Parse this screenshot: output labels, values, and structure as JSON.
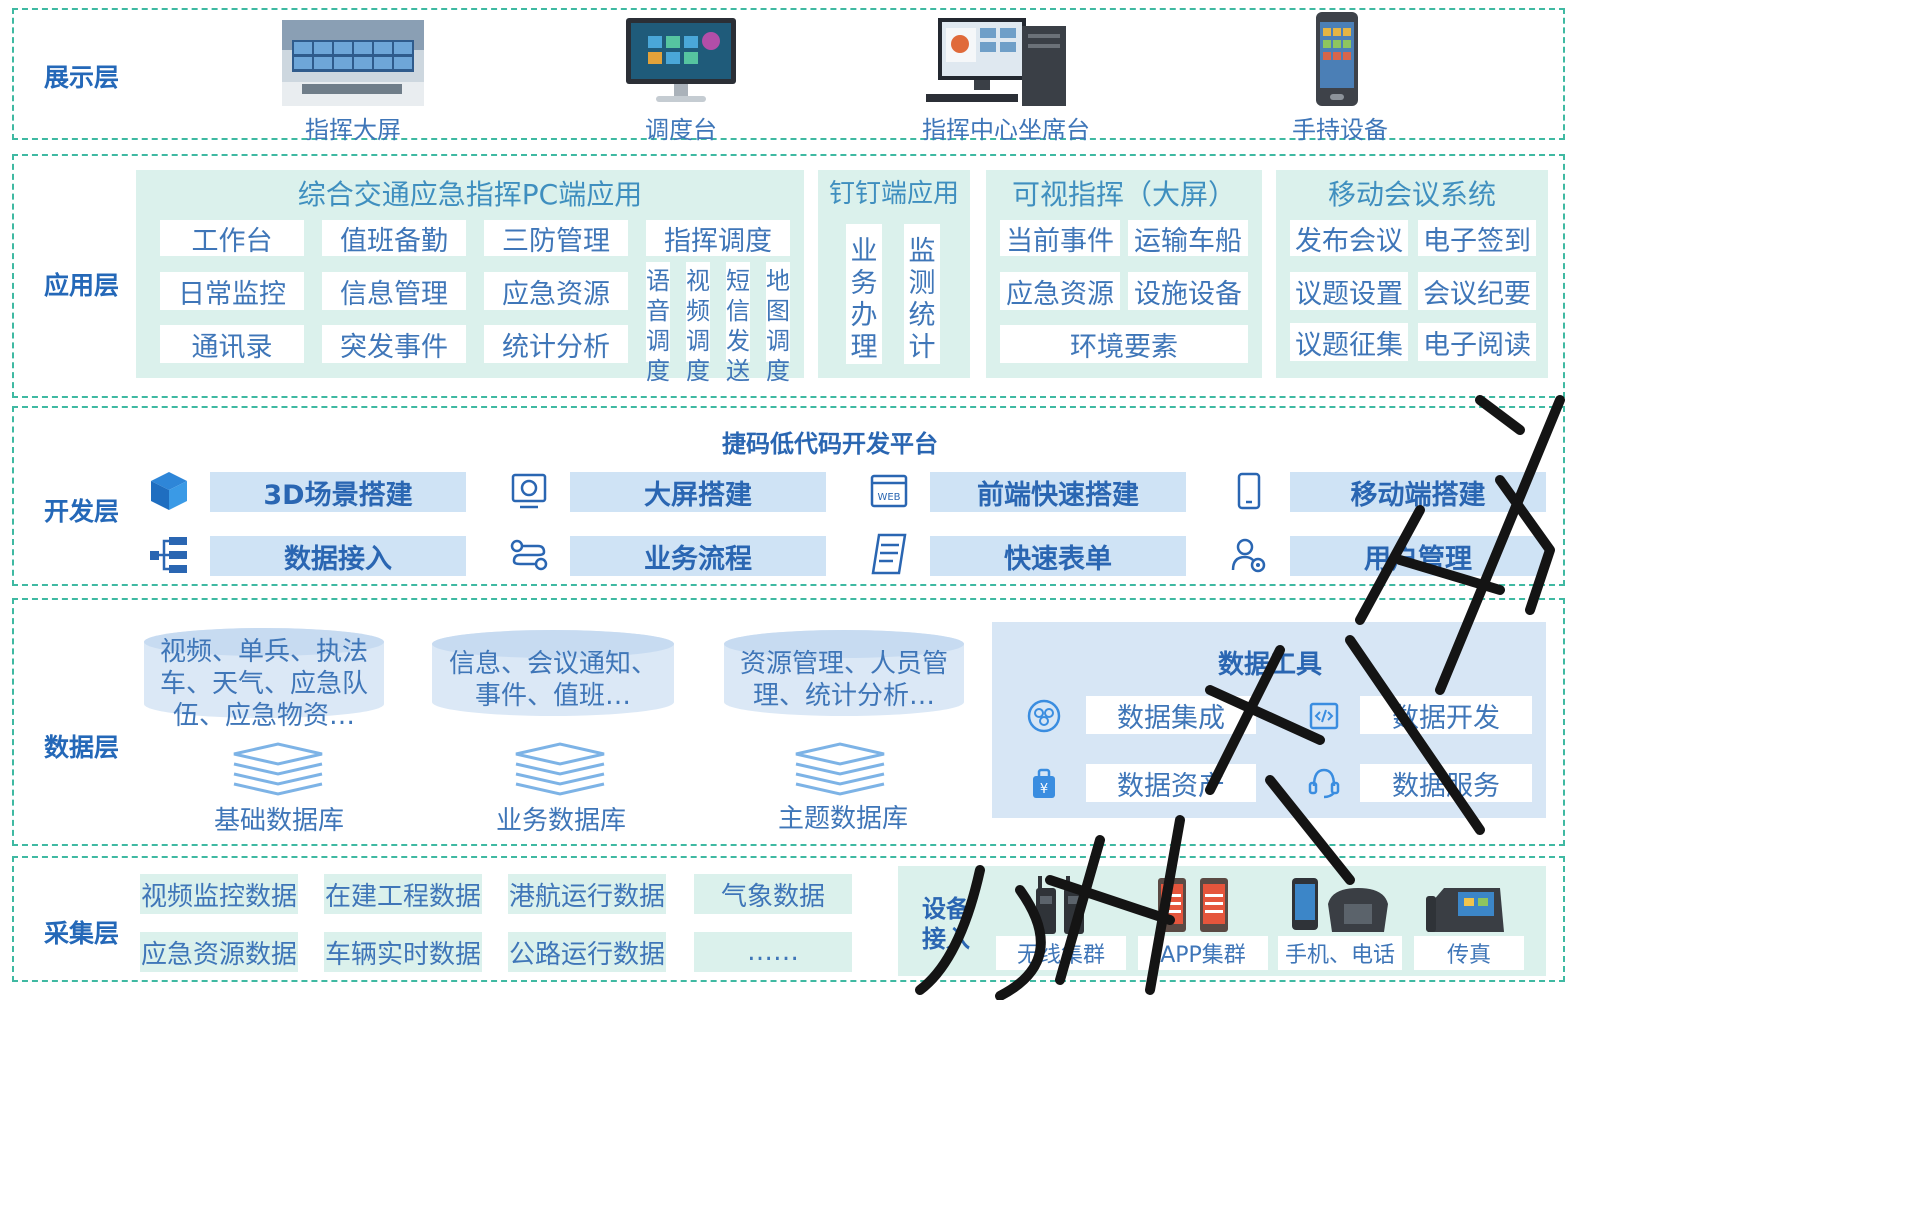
{
  "layers": {
    "display": "展示层",
    "application": "应用层",
    "development": "开发层",
    "data": "数据层",
    "collection": "采集层"
  },
  "display": {
    "items": [
      "指挥大屏",
      "调度台",
      "指挥中心坐席台",
      "手持设备"
    ]
  },
  "application": {
    "pc": {
      "title": "综合交通应急指挥PC端应用",
      "boxes": [
        "工作台",
        "值班备勤",
        "三防管理",
        "指挥调度",
        "日常监控",
        "信息管理",
        "应急资源",
        "通讯录",
        "突发事件",
        "统计分析"
      ],
      "vertical": [
        "语音调度",
        "视频调度",
        "短信发送",
        "地图调度"
      ]
    },
    "dingtalk": {
      "title": "钉钉端应用",
      "vertical": [
        "业务办理",
        "监测统计"
      ]
    },
    "visual": {
      "title": "可视指挥（大屏）",
      "boxes": [
        "当前事件",
        "运输车船",
        "应急资源",
        "设施设备",
        "环境要素"
      ]
    },
    "meeting": {
      "title": "移动会议系统",
      "boxes": [
        "发布会议",
        "电子签到",
        "议题设置",
        "会议纪要",
        "议题征集",
        "电子阅读"
      ]
    }
  },
  "development": {
    "title": "捷码低代码开发平台",
    "items": [
      "3D场景搭建",
      "大屏搭建",
      "前端快速搭建",
      "移动端搭建",
      "数据接入",
      "业务流程",
      "快速表单",
      "用户管理"
    ],
    "icons": [
      "cube-icon",
      "screen-icon",
      "web-icon",
      "mobile-icon",
      "tree-icon",
      "flow-icon",
      "form-icon",
      "user-gear-icon"
    ]
  },
  "data": {
    "dbs": [
      {
        "text": "视频、单兵、执法车、天气、应急队伍、应急物资…",
        "label": "基础数据库"
      },
      {
        "text": "信息、会议通知、事件、值班…",
        "label": "业务数据库"
      },
      {
        "text": "资源管理、人员管理、统计分析…",
        "label": "主题数据库"
      }
    ],
    "tools": {
      "title": "数据工具",
      "items": [
        "数据集成",
        "数据开发",
        "数据资产",
        "数据服务"
      ]
    }
  },
  "collection": {
    "items": [
      "视频监控数据",
      "在建工程数据",
      "港航运行数据",
      "气象数据",
      "应急资源数据",
      "车辆实时数据",
      "公路运行数据",
      "……"
    ],
    "device_title": "设备接入",
    "devices": [
      "无线集群",
      "APP集群",
      "手机、电话",
      "传真"
    ]
  },
  "colors": {
    "border": "#3fb9a2",
    "mint": "#dbf1ec",
    "dev_bar": "#cfe3f5",
    "tools_panel": "#d7e6f5",
    "title_text": "#2468b8"
  }
}
